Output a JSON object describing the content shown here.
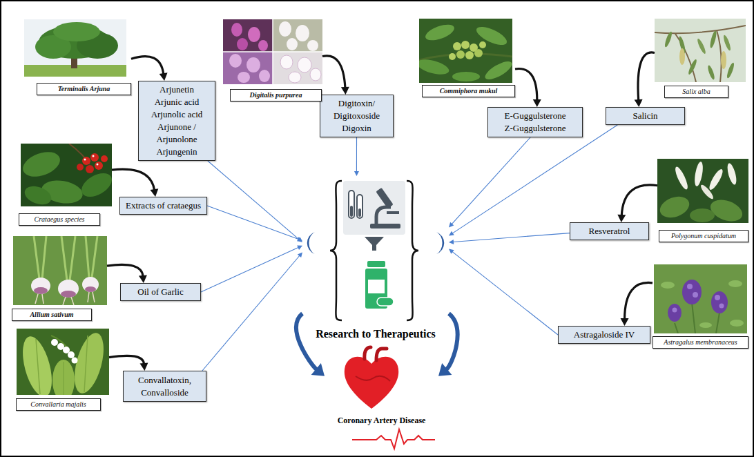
{
  "diagram": {
    "nodes": [
      {
        "text": [
          "Terminalis Arjuna"
        ]
      },
      {
        "text": [
          "Arjunetin",
          "Arjunic acid",
          "Arjunolic acid",
          "Arjunone / Arjunolone",
          "Arjungenin"
        ]
      },
      {
        "text": [
          "Digitalis purpurea"
        ]
      },
      {
        "text": [
          "Digitoxin/ Digitoxoside",
          "Digoxin"
        ]
      },
      {
        "text": [
          "Commiphora mukul"
        ]
      },
      {
        "text": [
          "E-Guggulsterone",
          "Z-Guggulsterone"
        ]
      },
      {
        "text": [
          "Salix alba"
        ]
      },
      {
        "text": [
          "Salicin"
        ]
      },
      {
        "text": [
          "Crataegus species"
        ]
      },
      {
        "text": [
          "Extracts of crataegus"
        ]
      },
      {
        "text": [
          "Allium sativum"
        ]
      },
      {
        "text": [
          "Oil of Garlic"
        ]
      },
      {
        "text": [
          "Convallaria majalis"
        ]
      },
      {
        "text": [
          "Convallatoxin, Convalloside"
        ]
      },
      {
        "text": [
          "Polygonum cuspidatum"
        ]
      },
      {
        "text": [
          "Resveratrol"
        ]
      },
      {
        "text": [
          "Astragalus membranaceus"
        ]
      },
      {
        "text": [
          "Astragaloside IV"
        ]
      },
      {
        "text": [
          "Research to Therapeutics"
        ]
      },
      {
        "text": [
          "Coronary Artery Disease"
        ]
      }
    ],
    "edges": [
      {
        "from": 0,
        "to": 1,
        "arrow": "to"
      },
      {
        "from": 2,
        "to": 3,
        "arrow": "to"
      },
      {
        "from": 4,
        "to": 5,
        "arrow": "to"
      },
      {
        "from": 6,
        "to": 7,
        "arrow": "to"
      },
      {
        "from": 8,
        "to": 9,
        "arrow": "to"
      },
      {
        "from": 10,
        "to": 11,
        "arrow": "to"
      },
      {
        "from": 12,
        "to": 13,
        "arrow": "to"
      },
      {
        "from": 14,
        "to": 15,
        "arrow": "to"
      },
      {
        "from": 16,
        "to": 17,
        "arrow": "to"
      },
      {
        "from": 1,
        "to": 18,
        "arrow": "to"
      },
      {
        "from": 3,
        "to": 18,
        "arrow": "to"
      },
      {
        "from": 5,
        "to": 18,
        "arrow": "to"
      },
      {
        "from": 7,
        "to": 18,
        "arrow": "to"
      },
      {
        "from": 9,
        "to": 18,
        "arrow": "to"
      },
      {
        "from": 11,
        "to": 18,
        "arrow": "to"
      },
      {
        "from": 13,
        "to": 18,
        "arrow": "to"
      },
      {
        "from": 15,
        "to": 18,
        "arrow": "to"
      },
      {
        "from": 17,
        "to": 18,
        "arrow": "to"
      },
      {
        "from": 18,
        "to": 19,
        "arrow": "to"
      },
      {
        "from": 18,
        "to": 19,
        "arrow": "to"
      }
    ]
  }
}
